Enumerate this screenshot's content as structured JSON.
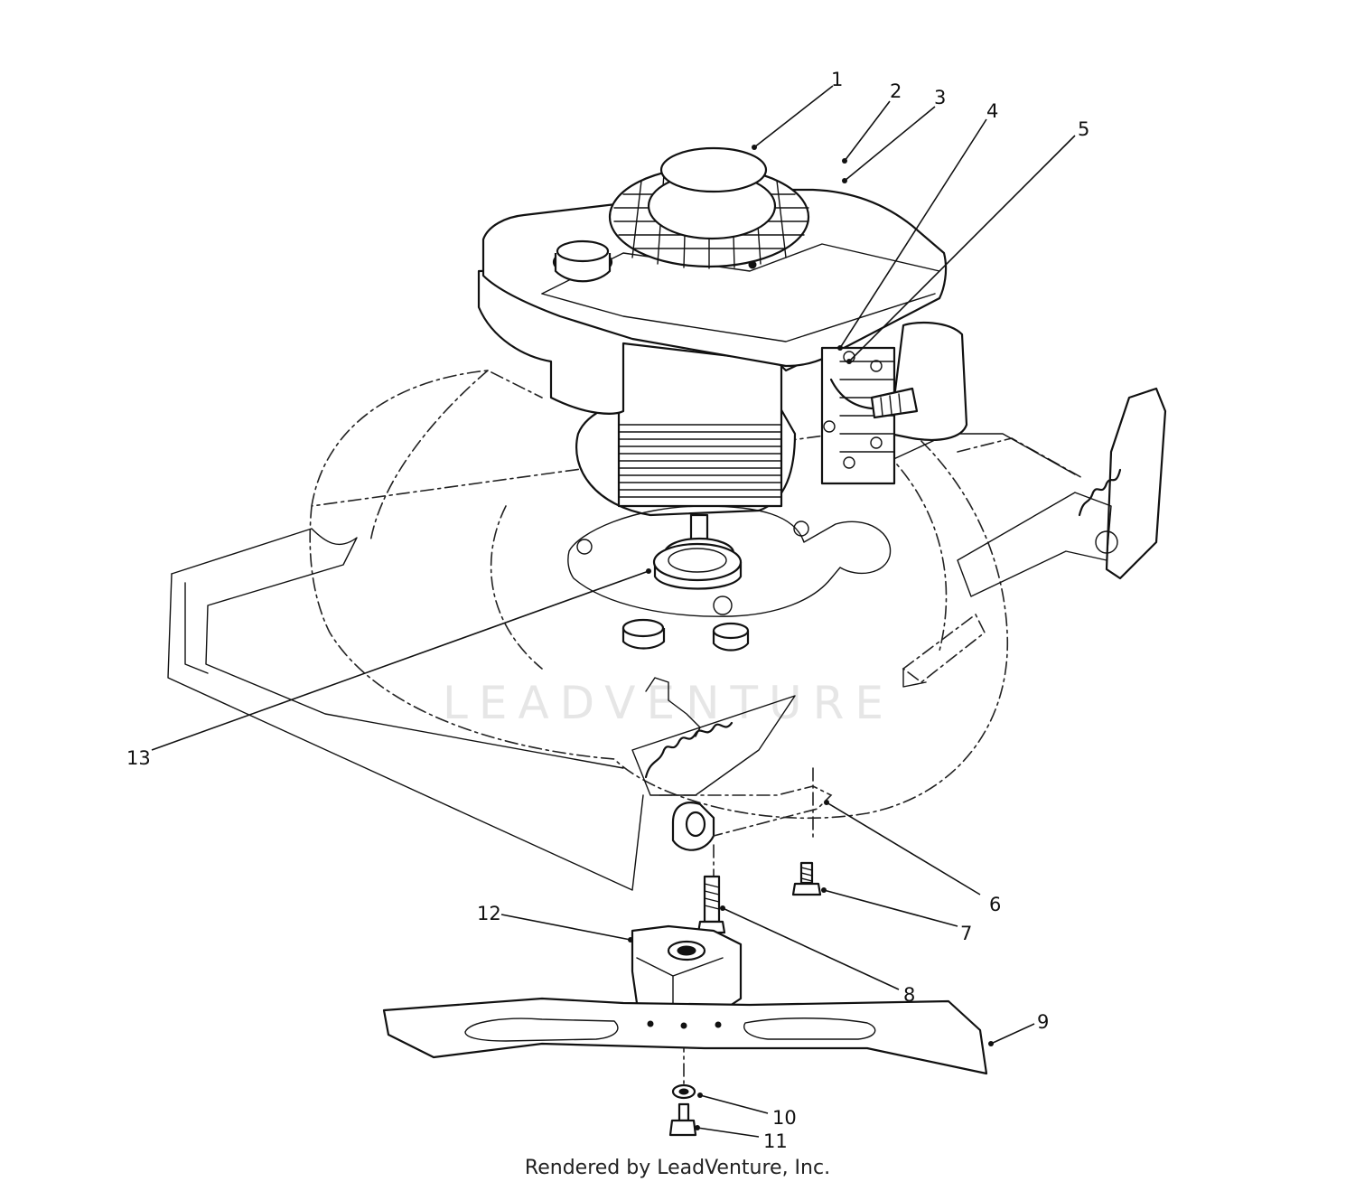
{
  "watermark": "LEADVENTURE",
  "credit": "Rendered by LeadVenture, Inc.",
  "callouts": [
    {
      "id": "1",
      "label": "1"
    },
    {
      "id": "2",
      "label": "2"
    },
    {
      "id": "3",
      "label": "3"
    },
    {
      "id": "4",
      "label": "4"
    },
    {
      "id": "5",
      "label": "5"
    },
    {
      "id": "6",
      "label": "6"
    },
    {
      "id": "7",
      "label": "7"
    },
    {
      "id": "8",
      "label": "8"
    },
    {
      "id": "9",
      "label": "9"
    },
    {
      "id": "10",
      "label": "10"
    },
    {
      "id": "11",
      "label": "11"
    },
    {
      "id": "12",
      "label": "12"
    },
    {
      "id": "13",
      "label": "13"
    }
  ]
}
